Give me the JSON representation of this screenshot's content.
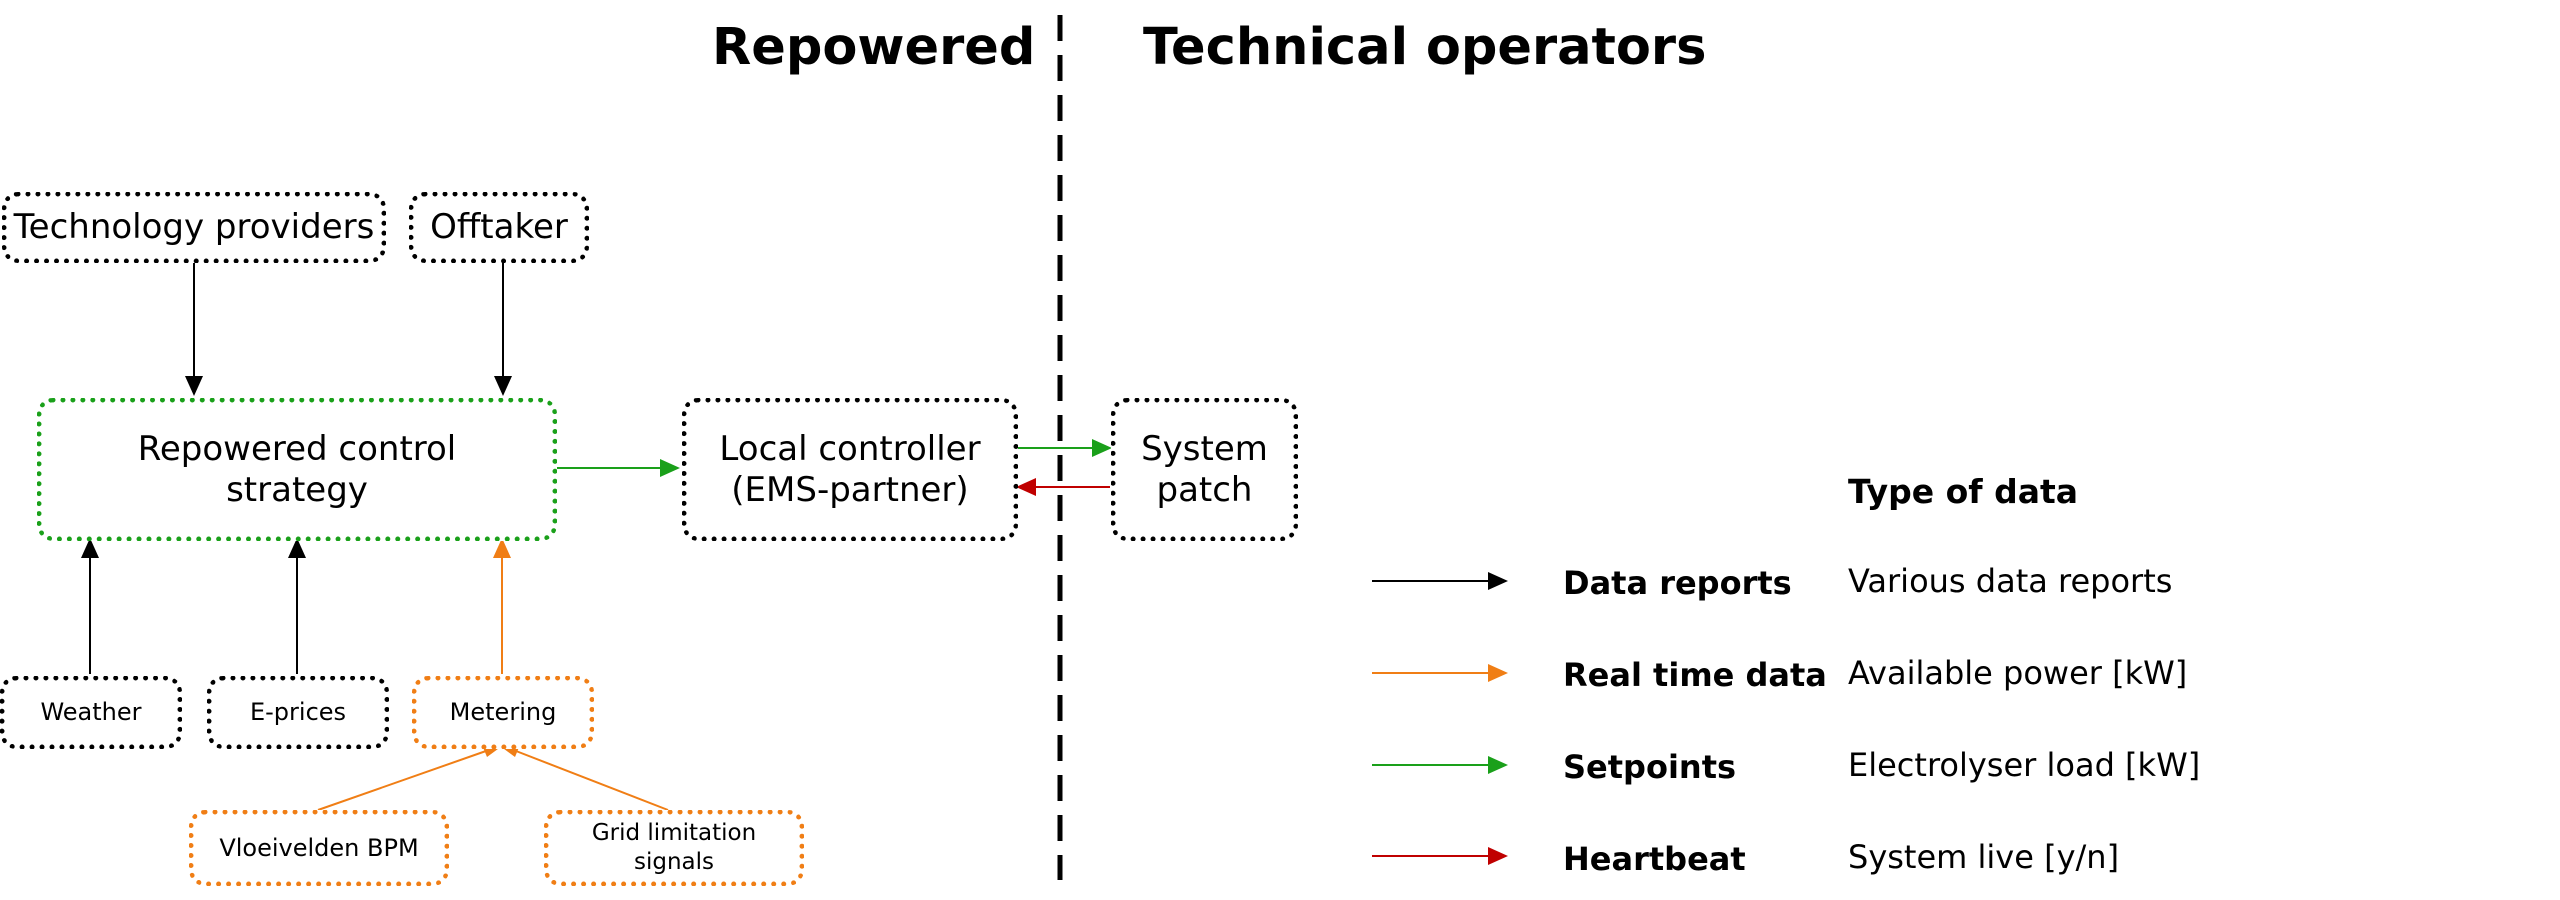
{
  "headings": {
    "left": "Repowered",
    "right": "Technical operators"
  },
  "boxes": {
    "technology_providers": "Technology providers",
    "offtaker": "Offtaker",
    "control_strategy": {
      "line1": "Repowered control",
      "line2": "strategy"
    },
    "local_controller": {
      "line1": "Local controller",
      "line2": "(EMS-partner)"
    },
    "system_patch": {
      "line1": "System",
      "line2": "patch"
    },
    "weather": "Weather",
    "e_prices": "E-prices",
    "metering": "Metering",
    "vloeivelden": "Vloeivelden BPM",
    "grid_limitation": {
      "line1": "Grid limitation",
      "line2": "signals"
    }
  },
  "legend": {
    "title": "Type of data",
    "items": [
      {
        "label": "Data reports",
        "description": "Various data reports",
        "color": "#000000"
      },
      {
        "label": "Real time data",
        "description": "Available power [kW]",
        "color": "#f07e15"
      },
      {
        "label": "Setpoints",
        "description": "Electrolyser load [kW]",
        "color": "#1aa01a"
      },
      {
        "label": "Heartbeat",
        "description": "System live [y/n]",
        "color": "#c00000"
      }
    ]
  },
  "colors": {
    "black": "#000000",
    "green": "#1aa01a",
    "orange": "#f07e15",
    "red": "#c00000"
  }
}
